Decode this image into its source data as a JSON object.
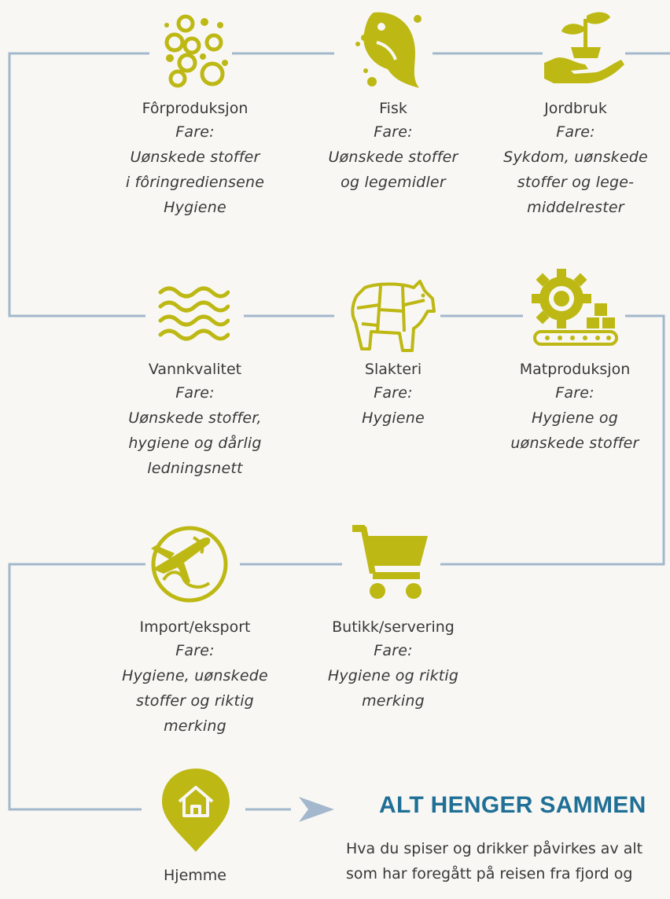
{
  "colors": {
    "accent": "#bdb813",
    "line": "#a3b8cc",
    "headline": "#1f6f96",
    "text": "#383838",
    "background": "#f8f7f3"
  },
  "steps": [
    {
      "id": "forproduksjon",
      "icon": "feed-pellets-icon",
      "title": "Fôrproduksjon",
      "fare": "Fare:",
      "hazard": "Uønskede stoffer\ni fôringrediensene\nHygiene"
    },
    {
      "id": "fisk",
      "icon": "fish-icon",
      "title": "Fisk",
      "fare": "Fare:",
      "hazard": "Uønskede stoffer\nog legemidler"
    },
    {
      "id": "jordbruk",
      "icon": "plant-in-hand-icon",
      "title": "Jordbruk",
      "fare": "Fare:",
      "hazard": "Sykdom, uønskede\nstoffer og lege-\nmiddelrester"
    },
    {
      "id": "vannkvalitet",
      "icon": "water-waves-icon",
      "title": "Vannkvalitet",
      "fare": "Fare:",
      "hazard": "Uønskede stoffer,\nhygiene og dårlig\nledningsnett"
    },
    {
      "id": "slakteri",
      "icon": "pig-cuts-icon",
      "title": "Slakteri",
      "fare": "Fare:",
      "hazard": "Hygiene"
    },
    {
      "id": "matproduksjon",
      "icon": "gear-conveyor-icon",
      "title": "Matproduksjon",
      "fare": "Fare:",
      "hazard": "Hygiene  og\nuønskede stoffer"
    },
    {
      "id": "import",
      "icon": "plane-globe-icon",
      "title": "Import/eksport",
      "fare": "Fare:",
      "hazard": "Hygiene, uønskede\nstoffer og riktig\nmerking"
    },
    {
      "id": "butikk",
      "icon": "shopping-cart-icon",
      "title": "Butikk/servering",
      "fare": "Fare:",
      "hazard": "Hygiene og riktig\nmerking"
    },
    {
      "id": "hjemme",
      "icon": "home-pin-icon",
      "title": "Hjemme"
    }
  ],
  "summary": {
    "headline": "ALT HENGER SAMMEN",
    "body": "Hva du spiser og drikker påvirkes av alt som har foregått på reisen fra fjord og"
  }
}
